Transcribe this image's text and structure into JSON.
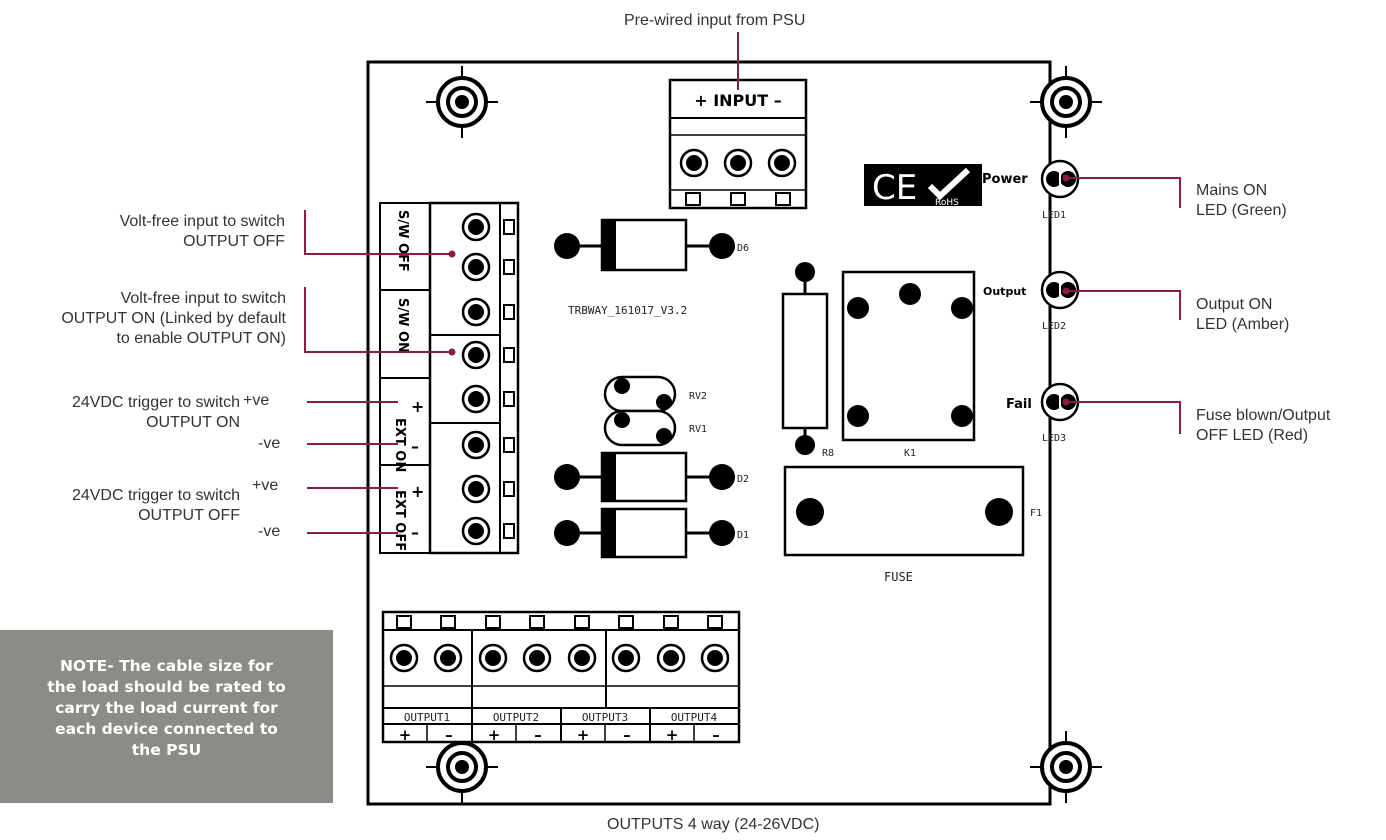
{
  "colors": {
    "leader": "#8b1d3f",
    "note_bg": "#8c8b85",
    "board": "#000000"
  },
  "annotations": {
    "input_psu": "Pre-wired input from PSU",
    "volt_free_off": [
      "Volt-free input to switch",
      "OUTPUT OFF"
    ],
    "volt_free_on": [
      "Volt-free input to switch",
      "OUTPUT ON (Linked by default",
      "to enable OUTPUT ON)"
    ],
    "trigger_on": [
      "24VDC trigger to switch",
      "OUTPUT ON"
    ],
    "trigger_off": [
      "24VDC trigger to switch",
      "OUTPUT OFF"
    ],
    "pos_on": "+ve",
    "neg_on": "-ve",
    "pos_off": "+ve",
    "neg_off": "-ve",
    "mains_led": [
      "Mains ON",
      "LED (Green)"
    ],
    "output_led": [
      "Output ON",
      "LED (Amber)"
    ],
    "fuse_led": [
      "Fuse blown/Output",
      "OFF LED (Red)"
    ],
    "outputs": "OUTPUTS 4 way (24-26VDC)"
  },
  "note": [
    "NOTE- The cable size for",
    "the load should be rated to",
    "carry the load current for",
    "each device connected to",
    "the PSU"
  ],
  "board": {
    "input_label": "+ INPUT –",
    "ce_mark": "CE",
    "rohs": "RoHS",
    "led1_name": "Power",
    "led1_ref": "LED1",
    "led2_name": "Output",
    "led2_ref": "LED2",
    "led3_name": "Fail",
    "led3_ref": "LED3",
    "d6": "D6",
    "d2": "D2",
    "d1": "D1",
    "rv2": "RV2",
    "rv1": "RV1",
    "r8": "R8",
    "k1": "K1",
    "f1": "F1",
    "fuse": "FUSE",
    "version": "TRBWAY_161017_V3.2",
    "sw_off": "S/W OFF",
    "sw_on": "S/W ON",
    "ext_on": "EXT ON",
    "ext_off": "EXT OFF",
    "plus": "+",
    "minus": "–",
    "output_labels": [
      "OUTPUT1",
      "OUTPUT2",
      "OUTPUT3",
      "OUTPUT4"
    ]
  }
}
